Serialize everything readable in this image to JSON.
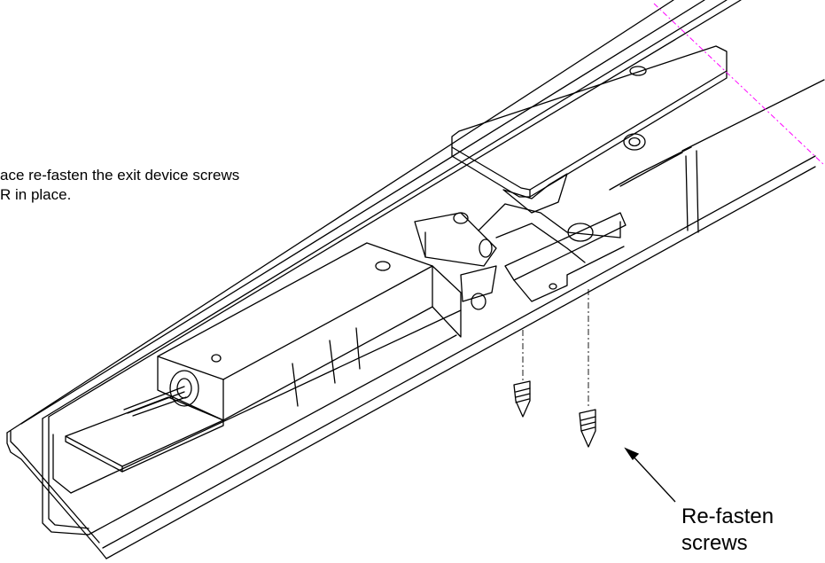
{
  "instruction": {
    "line1": "ace re-fasten the exit device screws",
    "line2": "R in place."
  },
  "callout": {
    "line1": "Re-fasten",
    "line2": "screws"
  },
  "colors": {
    "line": "#000000",
    "cut_line": "#ff00ff",
    "background": "#ffffff"
  }
}
